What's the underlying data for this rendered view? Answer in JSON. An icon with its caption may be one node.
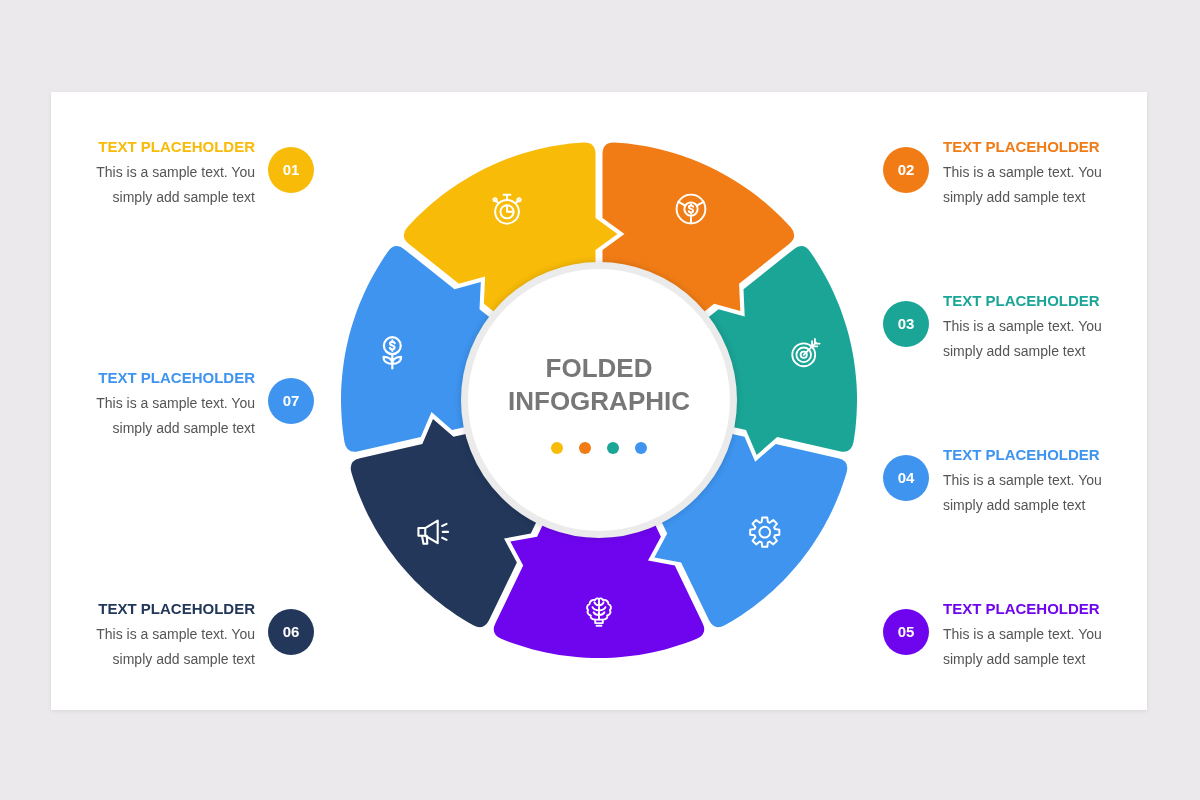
{
  "diagram": {
    "nodes": [
      {
        "text": [
          "FOLDED INFOGRAPHIC"
        ]
      },
      {
        "text": [
          "01"
        ],
        "beside": [
          "TEXT PLACEHOLDER",
          "This is a sample text. You simply add sample text"
        ]
      },
      {
        "text": [
          "02"
        ],
        "beside": [
          "TEXT PLACEHOLDER",
          "This is a sample text. You simply add sample text"
        ]
      },
      {
        "text": [
          "03"
        ],
        "beside": [
          "TEXT PLACEHOLDER",
          "This is a sample text. You simply add sample text"
        ]
      },
      {
        "text": [
          "04"
        ],
        "beside": [
          "TEXT PLACEHOLDER",
          "This is a sample text. You simply add sample text"
        ]
      },
      {
        "text": [
          "05"
        ],
        "beside": [
          "TEXT PLACEHOLDER",
          "This is a sample text. You simply add sample text"
        ]
      },
      {
        "text": [
          "06"
        ],
        "beside": [
          "TEXT PLACEHOLDER",
          "This is a sample text. You simply add sample text"
        ]
      },
      {
        "text": [
          "07"
        ],
        "beside": [
          "TEXT PLACEHOLDER",
          "This is a sample text. You simply add sample text"
        ]
      }
    ]
  }
}
